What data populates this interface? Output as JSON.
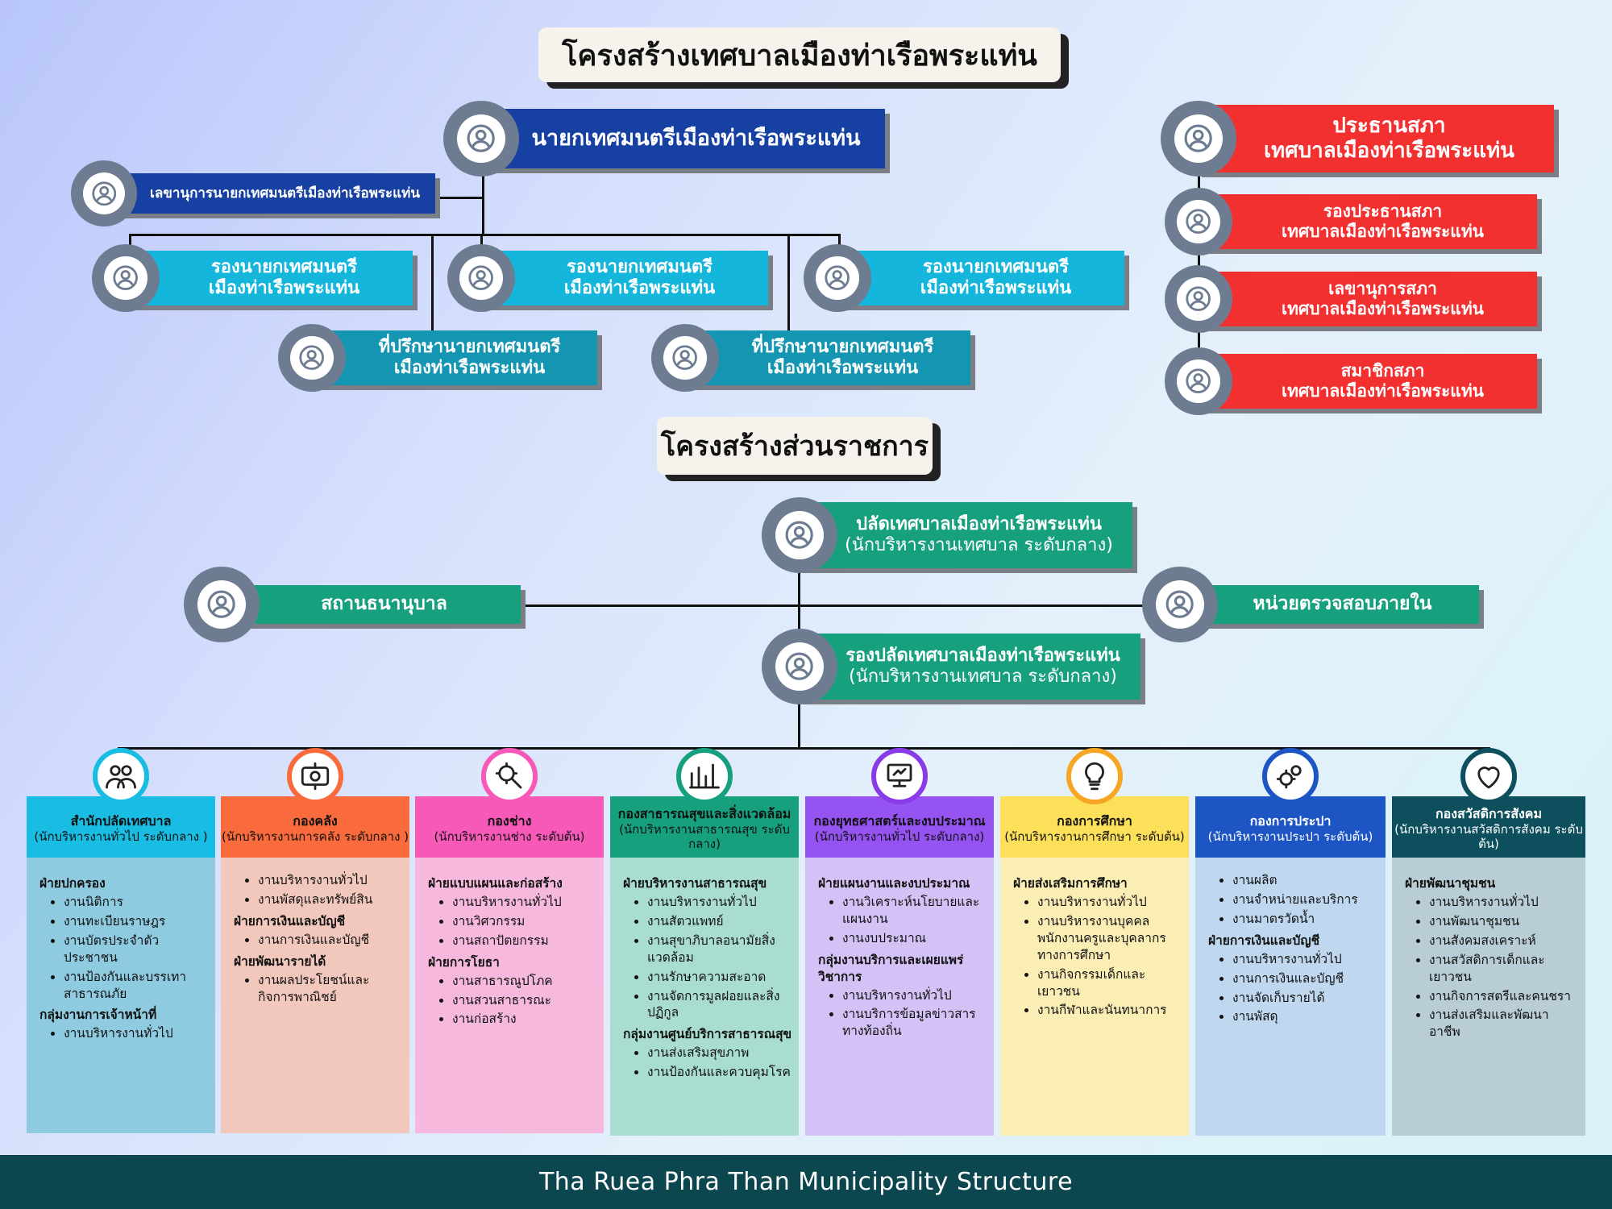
{
  "titles": {
    "main": "โครงสร้างเทศบาลเมืองท่าเรือพระแท่น",
    "admin": "โครงสร้างส่วนราชการ"
  },
  "executive": {
    "mayor": "นายกเทศมนตรีเมืองท่าเรือพระแท่น",
    "secretary": "เลขานุการนายกเทศมนตรีเมืองท่าเรือพระแท่น",
    "deputy_l1": "รองนายกเทศมนตรี",
    "deputy_l2": "เมืองท่าเรือพระแท่น",
    "advisor_l1": "ที่ปรึกษานายกเทศมนตรี",
    "advisor_l2": "เมืองท่าเรือพระแท่น"
  },
  "council": {
    "president_l1": "ประธานสภา",
    "president_l2": "เทศบาลเมืองท่าเรือพระแท่น",
    "vice_l1": "รองประธานสภา",
    "vice_l2": "เทศบาลเมืองท่าเรือพระแท่น",
    "secretary_l1": "เลขานุการสภา",
    "secretary_l2": "เทศบาลเมืองท่าเรือพระแท่น",
    "member_l1": "สมาชิกสภา",
    "member_l2": "เทศบาลเมืองท่าเรือพระแท่น"
  },
  "admin": {
    "clerk_l1": "ปลัดเทศบาลเมืองท่าเรือพระแท่น",
    "clerk_l2": "(นักบริหารงานเทศบาล ระดับกลาง)",
    "deputy_clerk_l1": "รองปลัดเทศบาลเมืองท่าเรือพระแท่น",
    "deputy_clerk_l2": "(นักบริหารงานเทศบาล ระดับกลาง)",
    "pawnshop": "สถานธนานุบาล",
    "audit": "หน่วยตรวจสอบภายใน"
  },
  "divisions": [
    {
      "name": "สำนักปลัดเทศบาล",
      "sub": "(นักบริหารงานทั่วไป ระดับกลาง )",
      "head_color": "#19bde4",
      "body_color": "#8fcbe0",
      "ring": "#19bde4",
      "icon": "people-icon",
      "groups": [
        {
          "title": "ฝ่ายปกครอง",
          "items": [
            "งานนิติการ",
            "งานทะเบียนราษฎร",
            "งานบัตรประจำตัวประชาชน",
            "งานป้องกันและบรรเทาสาธารณภัย"
          ]
        },
        {
          "title": "กลุ่มงานการเจ้าหน้าที่",
          "items": [
            "งานบริหารงานทั่วไป"
          ]
        }
      ]
    },
    {
      "name": "กองคลัง",
      "sub": "(นักบริหารงานการคลัง ระดับกลาง )",
      "head_color": "#f96a3c",
      "body_color": "#f2c8bd",
      "ring": "#f96a3c",
      "icon": "money-icon",
      "groups": [
        {
          "title": "",
          "items": [
            "งานบริหารงานทั่วไป",
            "งานพัสดุและทรัพย์สิน"
          ]
        },
        {
          "title": "ฝ่ายการเงินและบัญชี",
          "items": [
            "งานการเงินและบัญชี"
          ]
        },
        {
          "title": "ฝ่ายพัฒนารายได้",
          "items": [
            "งานผลประโยชน์และกิจการพาณิชย์"
          ]
        }
      ]
    },
    {
      "name": "กองช่าง",
      "sub": "(นักบริหารงานช่าง ระดับต้น)",
      "head_color": "#f659b8",
      "body_color": "#f6b9dd",
      "ring": "#f659b8",
      "icon": "gear-search-icon",
      "groups": [
        {
          "title": "ฝ่ายแบบแผนและก่อสร้าง",
          "items": [
            "งานบริหารงานทั่วไป",
            "งานวิศวกรรม",
            "งานสถาปัตยกรรม"
          ]
        },
        {
          "title": "ฝ่ายการโยธา",
          "items": [
            "งานสาธารณูปโภค",
            "งานสวนสาธารณะ",
            "งานก่อสร้าง"
          ]
        }
      ]
    },
    {
      "name": "กองสาธารณสุขและสิ่งแวดล้อม",
      "sub": "(นักบริหารงานสาธารณสุข ระดับกลาง)",
      "head_color": "#16a07e",
      "body_color": "#a9ddd0",
      "ring": "#16a07e",
      "icon": "chart-person-icon",
      "groups": [
        {
          "title": "ฝ่ายบริหารงานสาธารณสุข",
          "items": [
            "งานบริหารงานทั่วไป",
            "งานสัตวแพทย์",
            "งานสุขาภิบาลอนามัยสิ่งแวดล้อม",
            "งานรักษาความสะอาด",
            "งานจัดการมูลฝอยและสิ่งปฏิกูล"
          ]
        },
        {
          "title": "กลุ่มงานศูนย์บริการสาธารณสุข",
          "items": [
            "งานส่งเสริมสุขภาพ",
            "งานป้องกันและควบคุมโรค"
          ]
        }
      ]
    },
    {
      "name": "กองยุทธศาสตร์และงบประมาณ",
      "sub": "(นักบริหารงานทั่วไป ระดับกลาง)",
      "head_color": "#9553f2",
      "body_color": "#d4c2f6",
      "ring": "#8a3be8",
      "icon": "strategy-icon",
      "groups": [
        {
          "title": "ฝ่ายแผนงานและงบประมาณ",
          "items": [
            "งานวิเคราะห์นโยบายและแผนงาน",
            "งานงบประมาณ"
          ]
        },
        {
          "title": "กลุ่มงานบริการและเผยแพร่วิชาการ",
          "items": [
            "งานบริหารงานทั่วไป",
            "งานบริการข้อมูลข่าวสารทางท้องถิ่น"
          ]
        }
      ]
    },
    {
      "name": "กองการศึกษา",
      "sub": "(นักบริหารงานการศึกษา ระดับต้น)",
      "head_color": "#fde05a",
      "body_color": "#fbeeb5",
      "ring": "#f6a623",
      "icon": "idea-icon",
      "groups": [
        {
          "title": "ฝ่ายส่งเสริมการศึกษา",
          "items": [
            "งานบริหารงานทั่วไป",
            "งานบริหารงานบุคคลพนักงานครูและบุคลากรทางการศึกษา",
            "งานกิจกรรมเด็กและเยาวชน",
            "งานกีฬาและนันทนาการ"
          ]
        }
      ]
    },
    {
      "name": "กองการประปา",
      "sub": "(นักบริหารงานประปา ระดับต้น)",
      "head_color": "#1e55c4",
      "body_color": "#c0d8ef",
      "ring": "#1e55c4",
      "icon": "gears-icon",
      "groups": [
        {
          "title": "",
          "items": [
            "งานผลิต",
            "งานจำหน่ายและบริการ",
            "งานมาตรวัดน้ำ"
          ]
        },
        {
          "title": "ฝ่ายการเงินและบัญชี",
          "items": [
            "งานบริหารงานทั่วไป",
            "งานการเงินและบัญชี",
            "งานจัดเก็บรายได้",
            "งานพัสดุ"
          ]
        }
      ]
    },
    {
      "name": "กองสวัสดิการสังคม",
      "sub": "(นักบริหารงานสวัสดิการสังคม ระดับต้น)",
      "head_color": "#0d4f5c",
      "body_color": "#b8cdd5",
      "ring": "#0d4f5c",
      "icon": "welfare-icon",
      "groups": [
        {
          "title": "ฝ่ายพัฒนาชุมชน",
          "items": [
            "งานบริหารงานทั่วไป",
            "งานพัฒนาชุมชน",
            "งานสังคมสงเคราะห์",
            "งานสวัสดิการเด็กและเยาวชน",
            "งานกิจการสตรีและคนชรา",
            "งานส่งเสริมและพัฒนาอาชีพ"
          ]
        }
      ]
    }
  ],
  "footer": "Tha Ruea Phra Than Municipality Structure"
}
